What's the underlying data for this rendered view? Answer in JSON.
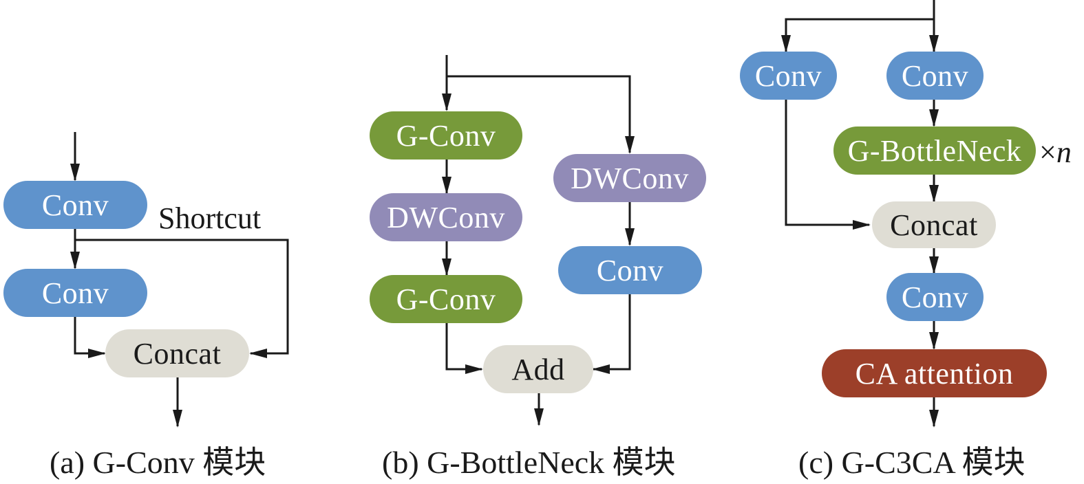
{
  "diagram": {
    "panel_a": {
      "caption": "(a) G-Conv 模块",
      "nodes": {
        "conv1": "Conv",
        "conv2": "Conv",
        "concat": "Concat"
      },
      "shortcut_label": "Shortcut"
    },
    "panel_b": {
      "caption": "(b) G-BottleNeck 模块",
      "nodes": {
        "gconv1": "G-Conv",
        "dwconv_left": "DWConv",
        "gconv2": "G-Conv",
        "dwconv_right": "DWConv",
        "conv": "Conv",
        "add": "Add"
      }
    },
    "panel_c": {
      "caption": "(c) G-C3CA 模块",
      "nodes": {
        "conv_left": "Conv",
        "conv_top": "Conv",
        "bottleneck": "G-BottleNeck",
        "concat": "Concat",
        "conv_bottom": "Conv",
        "ca": "CA attention"
      },
      "repeat_label_prefix": "×",
      "repeat_label_var": "n"
    },
    "colors": {
      "conv": "#5f93cc",
      "g_conv": "#779a3a",
      "dwconv": "#918bb7",
      "merge": "#dfddd4",
      "attention": "#9c3f29",
      "arrow": "#1a1a1a"
    }
  }
}
